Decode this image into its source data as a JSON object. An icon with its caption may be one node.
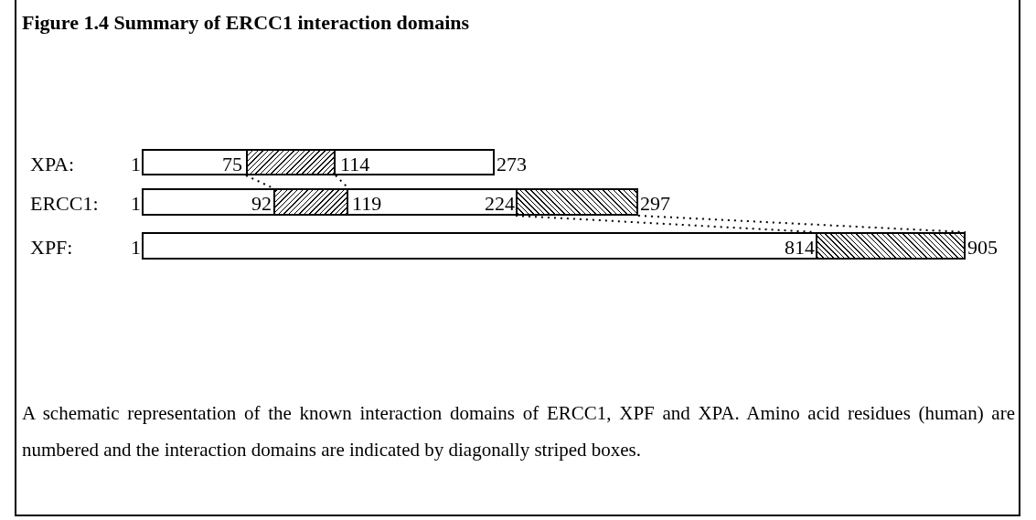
{
  "diagram": {
    "title": "Figure 1.4 Summary of ERCC1 interaction domains",
    "caption": "A schematic representation of the known interaction domains of ERCC1, XPF and XPA. Amino acid residues (human) are numbered and the interaction domains are indicated by diagonally striped boxes.",
    "nodes": [
      {
        "text": [
          "75",
          "114"
        ],
        "beside": [
          "XPA:",
          "1",
          "273"
        ]
      },
      {
        "text": [],
        "shape": "box",
        "in": 0
      },
      {
        "text": [
          "92",
          "119",
          "224"
        ],
        "beside": [
          "ERCC1:",
          "1",
          "297"
        ]
      },
      {
        "text": [],
        "shape": "box",
        "in": 2
      },
      {
        "text": [],
        "shape": "box",
        "in": 2
      },
      {
        "text": [
          "814"
        ],
        "beside": [
          "XPF:",
          "1",
          "905"
        ]
      },
      {
        "text": [],
        "shape": "box",
        "in": 5
      }
    ],
    "edges": [
      {
        "from": 1,
        "to": 3,
        "arrow": "none",
        "style": "dashed"
      },
      {
        "from": 1,
        "to": 3,
        "arrow": "none",
        "style": "dashed"
      },
      {
        "from": 4,
        "to": 6,
        "arrow": "none",
        "style": "dashed"
      },
      {
        "from": 4,
        "to": 6,
        "arrow": "none",
        "style": "dashed"
      }
    ]
  }
}
